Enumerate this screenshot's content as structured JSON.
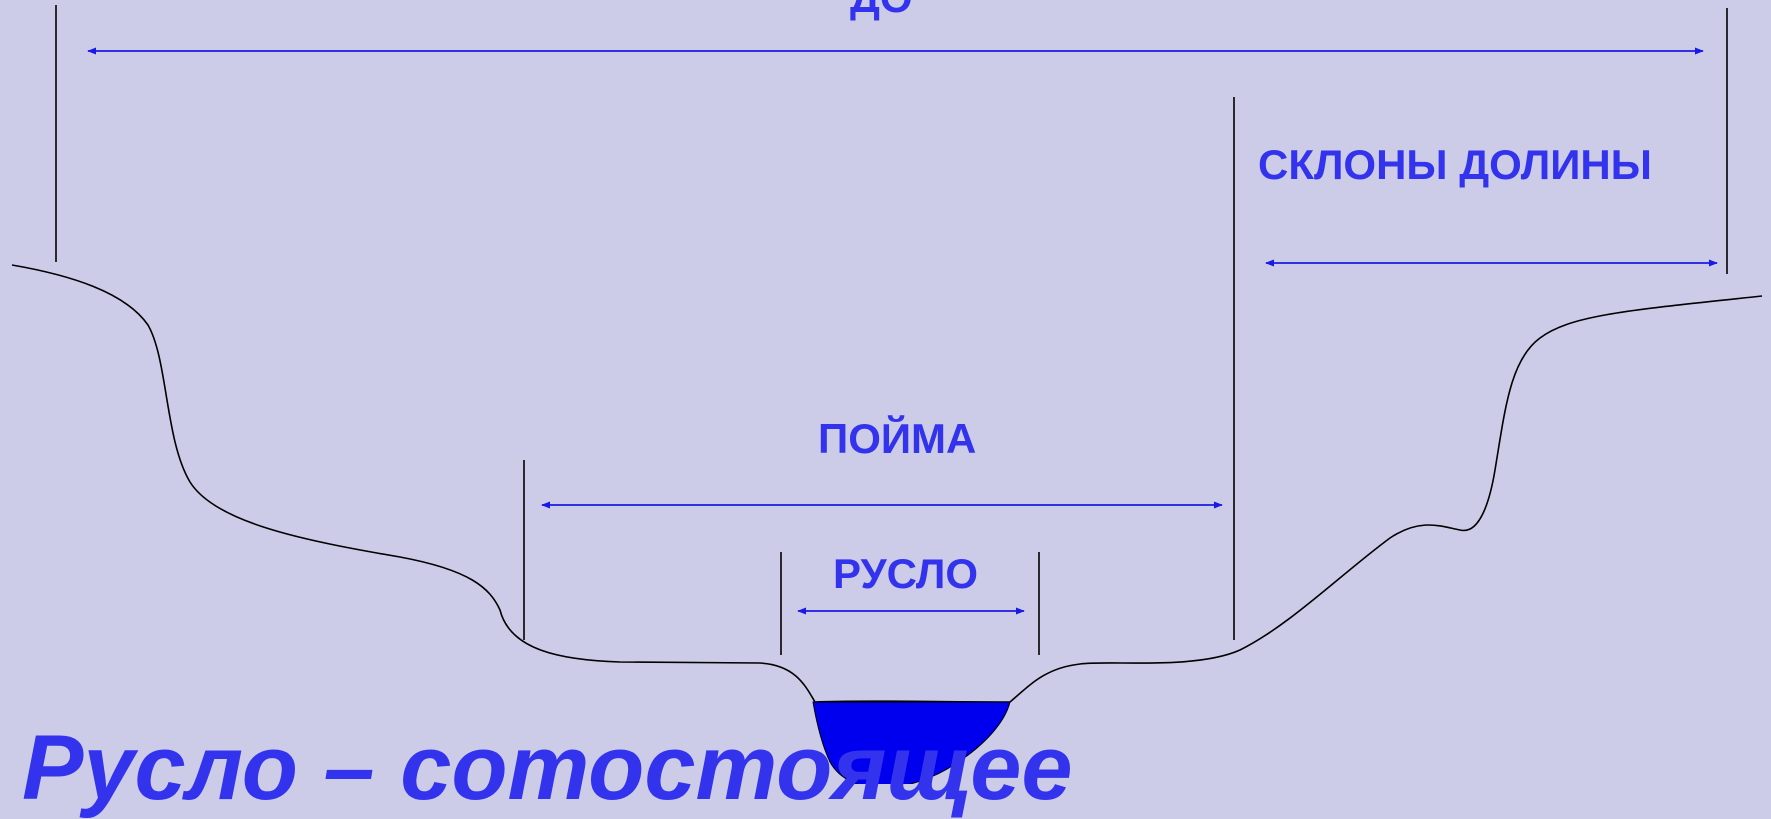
{
  "labels": {
    "valley_top": "ДО",
    "valley_slopes": "СКЛОНЫ ДОЛИНЫ",
    "floodplain": "ПОЙМА",
    "channel": "РУСЛО"
  },
  "caption": "Русло – сотостоящее",
  "colors": {
    "background": "#cccce8",
    "label": "#3333ee",
    "arrow": "#1a1ae6",
    "water": "#0000ee",
    "line": "#000000"
  }
}
